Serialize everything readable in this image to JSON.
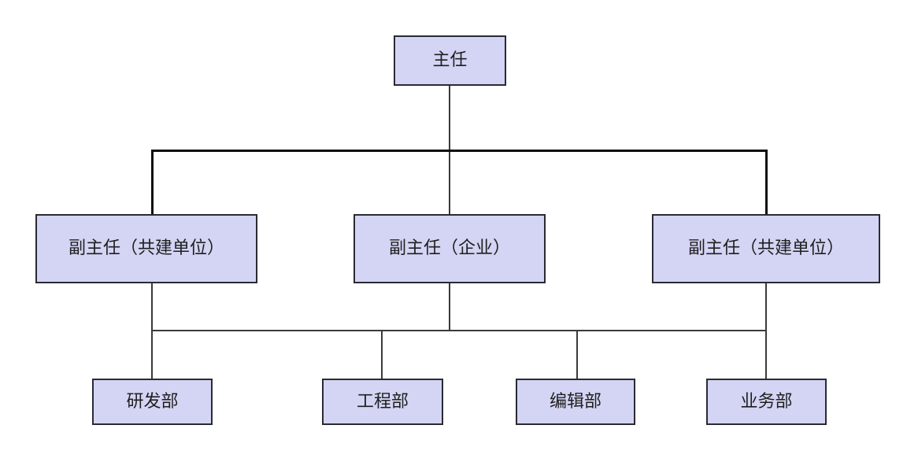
{
  "diagram": {
    "type": "org-chart",
    "colors": {
      "background": "#ffffff",
      "node_fill": "#d4d5f4",
      "node_border": "#2a2a33",
      "text": "#1f1f1f",
      "connector": "#3a3a3a",
      "connector_bold": "#0d0d0d"
    },
    "nodes": {
      "director": {
        "label": "主任"
      },
      "deputy_left": {
        "label": "副主任（共建单位）"
      },
      "deputy_center": {
        "label": "副主任（企业）"
      },
      "deputy_right": {
        "label": "副主任（共建单位）"
      },
      "dept_rd": {
        "label": "研发部"
      },
      "dept_eng": {
        "label": "工程部"
      },
      "dept_edit": {
        "label": "编辑部"
      },
      "dept_biz": {
        "label": "业务部"
      }
    },
    "edges": [
      {
        "from": "director",
        "to": "deputy_left"
      },
      {
        "from": "director",
        "to": "deputy_center"
      },
      {
        "from": "director",
        "to": "deputy_right"
      },
      {
        "from": "deputy_level_bus",
        "to": "dept_rd"
      },
      {
        "from": "deputy_level_bus",
        "to": "dept_eng"
      },
      {
        "from": "deputy_level_bus",
        "to": "dept_edit"
      },
      {
        "from": "deputy_level_bus",
        "to": "dept_biz"
      }
    ]
  }
}
